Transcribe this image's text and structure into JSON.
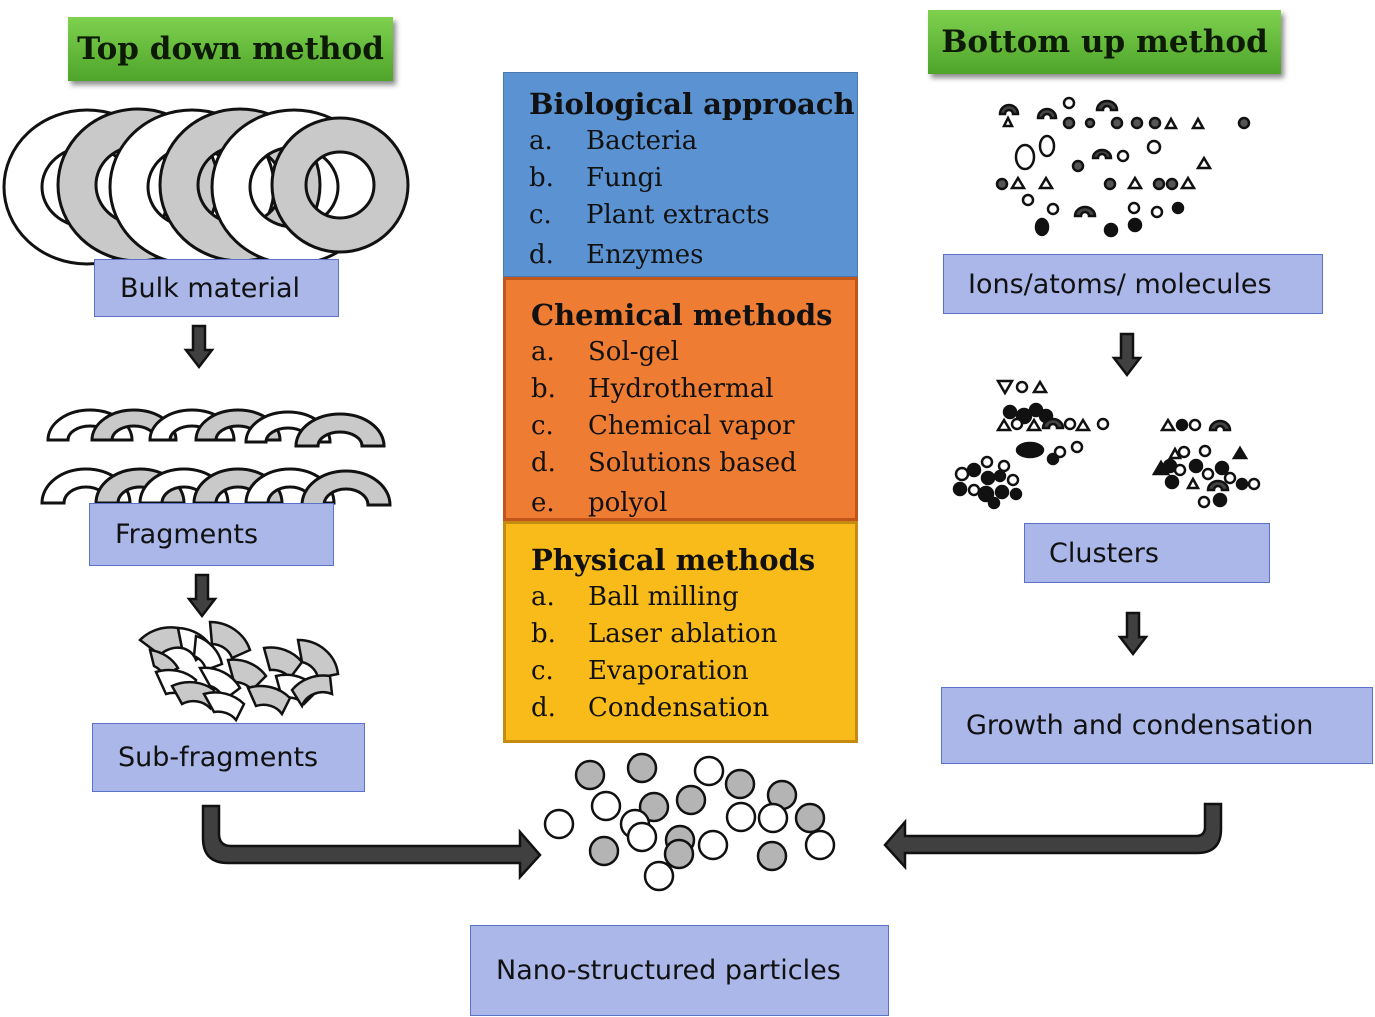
{
  "top_down": {
    "title": "Top down method",
    "stages": [
      "Bulk material",
      "Fragments",
      "Sub-fragments"
    ]
  },
  "bottom_up": {
    "title": "Bottom up method",
    "stages": [
      "Ions/atoms/ molecules",
      "Clusters",
      "Growth and condensation"
    ]
  },
  "methods": {
    "biological": {
      "title": "Biological approach",
      "items": [
        {
          "letter": "a.",
          "text": "Bacteria"
        },
        {
          "letter": "b.",
          "text": "Fungi"
        },
        {
          "letter": "c.",
          "text": "Plant extracts"
        },
        {
          "letter": "d.",
          "text": "Enzymes"
        }
      ]
    },
    "chemical": {
      "title": "Chemical methods",
      "items": [
        {
          "letter": "a.",
          "text": "Sol-gel"
        },
        {
          "letter": "b.",
          "text": "Hydrothermal"
        },
        {
          "letter": "c.",
          "text": "Chemical vapor"
        },
        {
          "letter": "d.",
          "text": "Solutions based"
        },
        {
          "letter": "e.",
          "text": "polyol"
        }
      ]
    },
    "physical": {
      "title": "Physical methods",
      "items": [
        {
          "letter": "a.",
          "text": "Ball milling"
        },
        {
          "letter": "b.",
          "text": "Laser ablation"
        },
        {
          "letter": "c.",
          "text": "Evaporation"
        },
        {
          "letter": "d.",
          "text": "Condensation"
        }
      ]
    }
  },
  "result": {
    "label": "Nano-structured particles"
  },
  "colors": {
    "title_green": "#5cb335",
    "stage_box": "#aab7e8",
    "biological": "#5b93d2",
    "chemical": "#ee7c33",
    "physical": "#f8bb1a",
    "arrow": "#404040",
    "particle_gray": "#b4b4b4"
  }
}
